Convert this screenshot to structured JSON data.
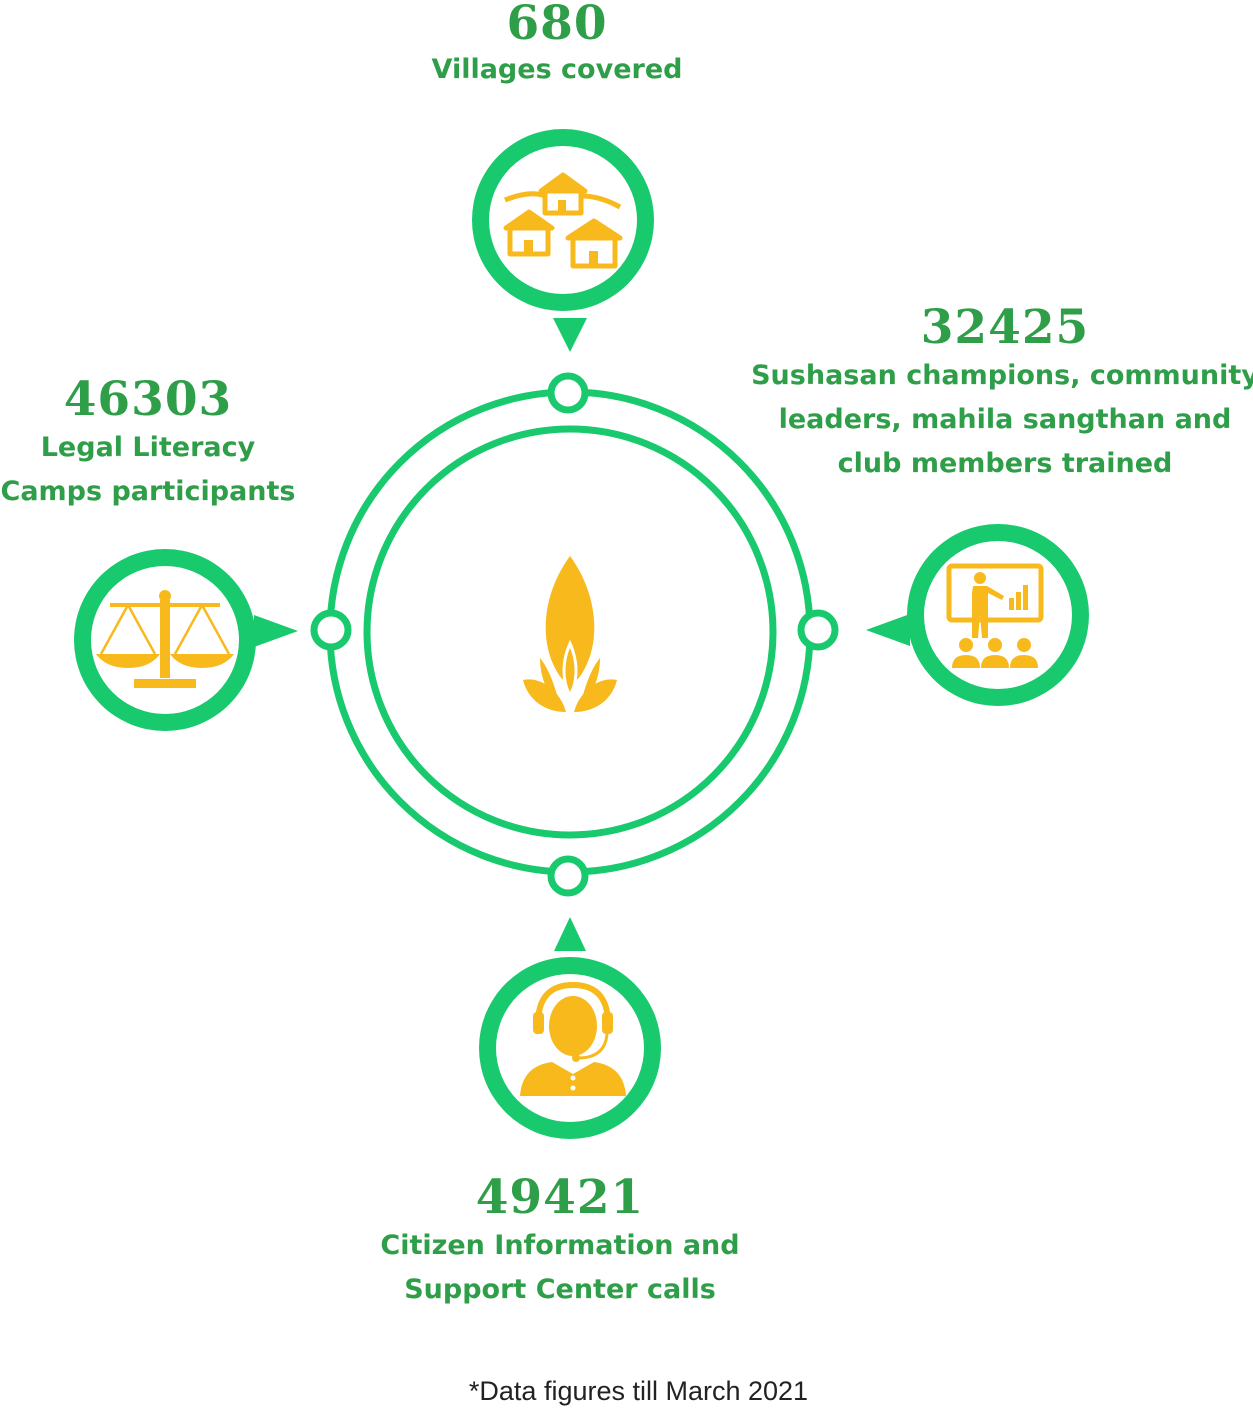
{
  "colors": {
    "green_ring": "#18c96d",
    "green_text": "#2e9e48",
    "icon_yellow": "#f8b91c",
    "footnote": "#222222"
  },
  "stats": {
    "villages": {
      "value": "680",
      "label": "Villages covered",
      "icon": "village-huts-icon"
    },
    "champions": {
      "value": "32425",
      "label": "Sushasan champions, community\nleaders, mahila sangthan and\nclub members trained",
      "icon": "training-presentation-icon"
    },
    "legal": {
      "value": "46303",
      "label": "Legal Literacy\nCamps participants",
      "icon": "scales-of-justice-icon"
    },
    "calls": {
      "value": "49421",
      "label": "Citizen Information and\nSupport Center calls",
      "icon": "support-agent-headset-icon"
    }
  },
  "center": {
    "icon": "flame-logo-icon"
  },
  "footnote": "*Data figures till March 2021"
}
